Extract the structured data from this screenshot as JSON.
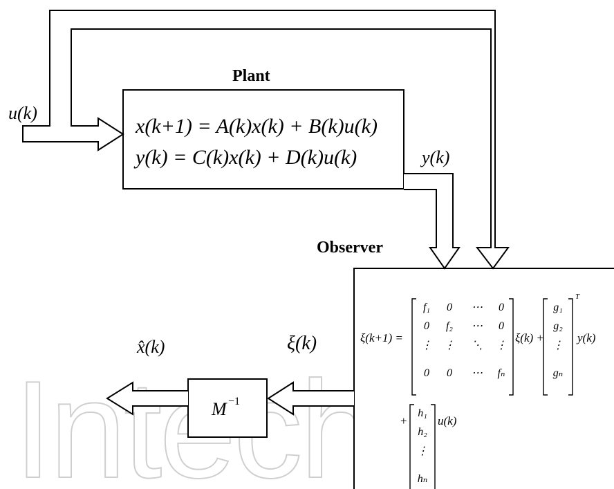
{
  "watermark": {
    "text": "IntechOpen",
    "color": "#c8c8c8"
  },
  "labels": {
    "input": "u(k)",
    "plant_title": "Plant",
    "output": "y(k)",
    "observer_title": "Observer",
    "xi": "ξ(k)",
    "xhat": "x̂(k)"
  },
  "plant": {
    "state_eq": "x(k+1) = A(k)x(k) + B(k)u(k)",
    "output_eq": "y(k) = C(k)x(k) + D(k)u(k)"
  },
  "inverse_block": {
    "base": "M",
    "exponent": "−1"
  },
  "observer_eq": {
    "lhs": "ξ(k+1) =",
    "F_matrix": [
      [
        "f₁",
        "0",
        "⋯",
        "0"
      ],
      [
        "0",
        "f₂",
        "⋯",
        "0"
      ],
      [
        "⋮",
        "⋮",
        "⋱",
        "⋮"
      ],
      [
        "0",
        "0",
        "⋯",
        "fₙ"
      ]
    ],
    "xi_term": "ξ(k) +",
    "G_vector": [
      "g₁",
      "g₂",
      "⋮",
      "gₙ"
    ],
    "transpose": "T",
    "y_term": "y(k)",
    "plus": "+",
    "H_vector": [
      "h₁",
      "h₂",
      "⋮",
      "hₙ"
    ],
    "u_term": "u(k)"
  },
  "colors": {
    "stroke": "#000000",
    "background": "#ffffff"
  }
}
